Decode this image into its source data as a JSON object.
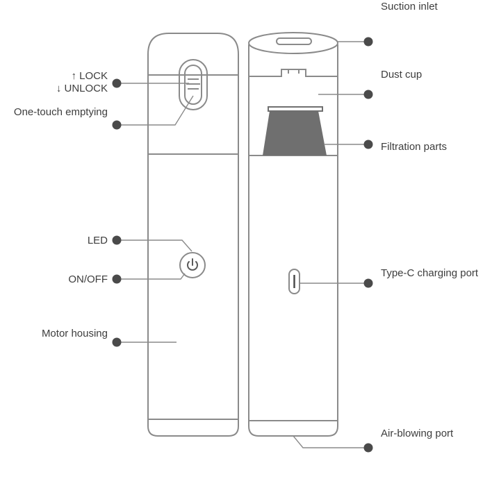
{
  "labels": {
    "lock": "↑ LOCK",
    "unlock": "↓ UNLOCK",
    "one_touch_emptying": "One-touch emptying",
    "led": "LED",
    "on_off": "ON/OFF",
    "motor_housing": "Motor housing",
    "suction_inlet": "Suction inlet",
    "dust_cup": "Dust cup",
    "filtration_parts": "Filtration parts",
    "type_c_charging_port": "Type-C charging port",
    "air_blowing_port": "Air-blowing port"
  },
  "colors": {
    "outline": "#8a8a8a",
    "dot": "#4a4a4a",
    "filter_fill": "#6f6f6f",
    "text": "#3d3d3d"
  },
  "icons": {
    "power": "power-icon"
  }
}
